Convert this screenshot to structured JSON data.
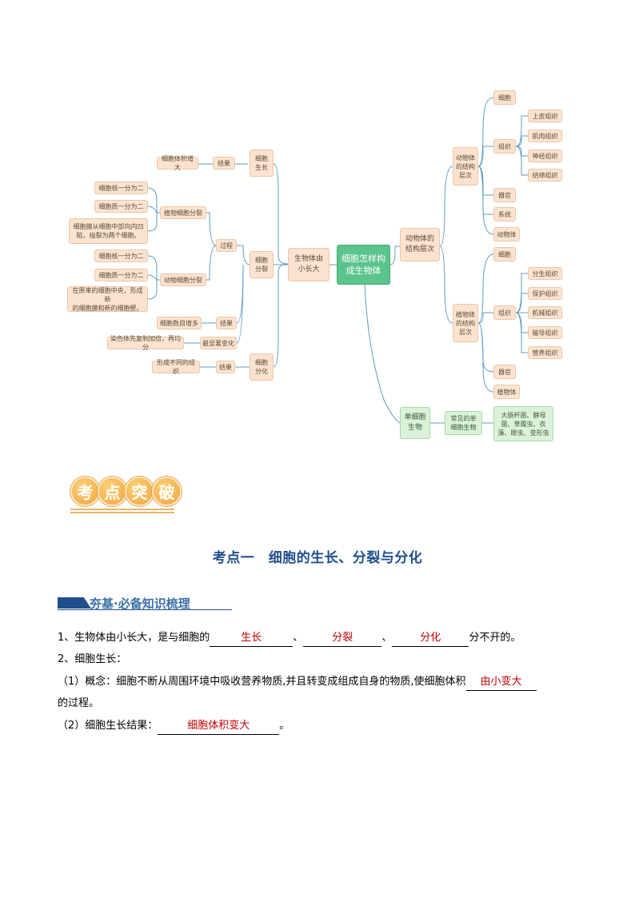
{
  "mindmap": {
    "root": "细胞怎样构\n成生物体",
    "branch_growth": "生物体由\n小长大",
    "branch_structure": "动物体的\n结构层次",
    "branch_unicell": "单细胞\n生物",
    "growth": {
      "growth_node": "细胞\n生长",
      "growth_result_label": "结果",
      "growth_result": "细胞体积增大",
      "division_node": "细胞\n分裂",
      "process_label": "过程",
      "plant_division": "植物细胞分裂",
      "plant_step1": "细胞核一分为二",
      "plant_step2": "细胞质一分为二",
      "plant_step3": "细胞膜从细胞中部向内凹\n陷，缢裂为两个细胞。",
      "animal_division": "动物细胞分裂",
      "animal_step1": "细胞核一分为二",
      "animal_step2": "细胞质一分为二",
      "animal_step3": "在原来的细胞中央，形成新\n的细胞膜和新的细胞壁。",
      "division_result_label": "结果",
      "division_result": "细胞数目增多",
      "most_obvious_change": "最显著变化",
      "chromosome_change": "染色体先复制加倍，再均分",
      "differentiation_node": "细胞\n分化",
      "diff_result_label": "结果",
      "diff_result": "形成不同的组织"
    },
    "animal_levels": {
      "title": "动物体\n的结构\n层次",
      "cell": "细胞",
      "tissue": "组织",
      "tissues": [
        "上皮组织",
        "肌肉组织",
        "神经组织",
        "结缔组织"
      ],
      "organ": "器官",
      "system": "系统",
      "body": "动物体"
    },
    "plant_levels": {
      "title": "植物体\n的结构\n层次",
      "cell": "细胞",
      "tissue": "组织",
      "tissues": [
        "分生组织",
        "保护组织",
        "机械组织",
        "输导组织",
        "营养组织"
      ],
      "organ": "器官",
      "body": "植物体"
    },
    "unicell": {
      "common": "常见的单\n细胞生物",
      "examples": "大肠杆菌、酵母\n菌、草履虫、衣\n藻、眼虫、变形虫"
    }
  },
  "badge_chars": [
    "考",
    "点",
    "突",
    "破"
  ],
  "section_title": "考点一　细胞的生长、分裂与分化",
  "sub_heading": "夯基·必备知识梳理",
  "colors": {
    "title_blue": "#1f4e8c",
    "answer_red": "#c00000",
    "root_green": "#5bc48c",
    "node_peach": "#fbe3cf",
    "line_blue": "#5d9cc4"
  },
  "paragraphs": {
    "p1": {
      "prefix": "1、生物体由小长大，是与细胞的",
      "a1": "生长",
      "sep1": "、",
      "a2": "分裂",
      "sep2": "、",
      "a3": "分化",
      "suffix": "分不开的。"
    },
    "p2": {
      "text": "2、细胞生长："
    },
    "p3": {
      "prefix": "（1）概念：细胞不断从周围环境中吸收营养物质,并且转变成组成自身的物质,使细胞体积",
      "a1": "由小变大"
    },
    "p4": {
      "text": "的过程。"
    },
    "p5": {
      "prefix": "（2）细胞生长结果：",
      "a1": "细胞体积变大",
      "suffix": "。"
    }
  }
}
